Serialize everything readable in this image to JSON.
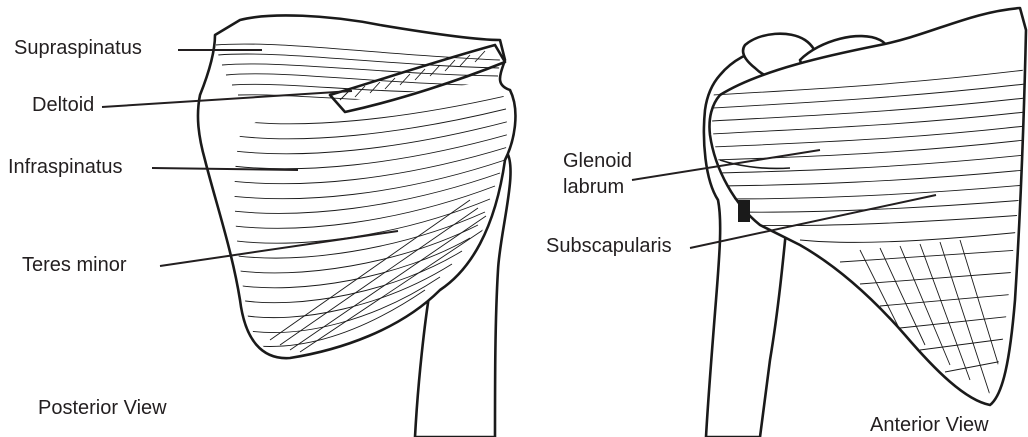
{
  "posterior": {
    "labels": {
      "supraspinatus": "Supraspinatus",
      "deltoid": "Deltoid",
      "infraspinatus": "Infraspinatus",
      "teres_minor": "Teres minor"
    },
    "caption": "Posterior View"
  },
  "anterior": {
    "labels": {
      "glenoid_line1": "Glenoid",
      "glenoid_line2": "labrum",
      "subscapularis": "Subscapularis"
    },
    "caption": "Anterior View"
  }
}
